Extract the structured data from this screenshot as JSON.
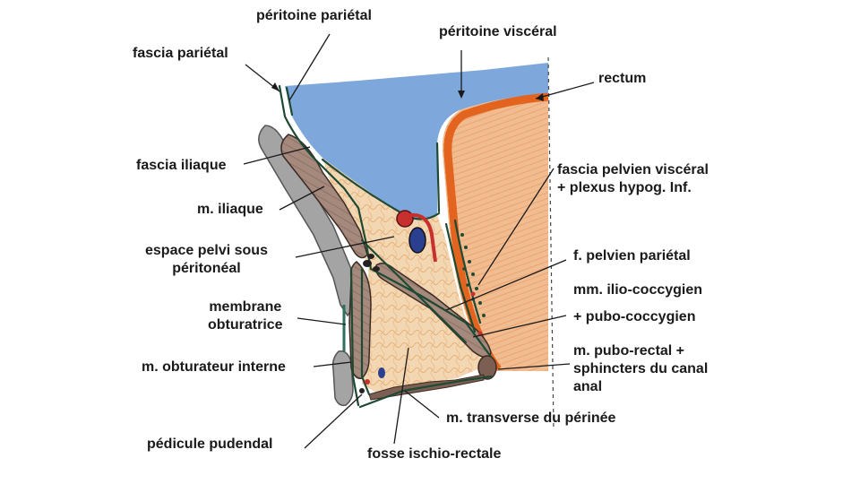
{
  "labels": {
    "peritoine_parietal": "péritoine pariétal",
    "peritoine_visceral": "péritoine viscéral",
    "fascia_parietal": "fascia pariétal",
    "rectum": "rectum",
    "fascia_iliaque": "fascia iliaque",
    "m_iliaque": "m. iliaque",
    "fascia_pelvien_visceral": [
      "fascia pelvien viscéral",
      "+ plexus hypog. Inf."
    ],
    "espace_pelvi": [
      "espace pelvi sous",
      "péritonéal"
    ],
    "f_pelvien_parietal": "f. pelvien pariétal",
    "mm_ilio_coccygien": "mm. ilio-coccygien",
    "pubo_coccygien": "+ pubo-coccygien",
    "membrane_obturatrice": [
      "membrane",
      "obturatrice"
    ],
    "m_obturateur_interne": "m. obturateur interne",
    "m_pubo_rectal": [
      "m. pubo-rectal +",
      "sphincters du canal",
      "anal"
    ],
    "m_transverse": "m. transverse du périnée",
    "pedicule_pudendal": "pédicule pudendal",
    "fosse_ischio_rectale": "fosse ischio-rectale"
  },
  "colors": {
    "peritoneal_cavity": "#7fa9dc",
    "rectum_wall": "#f0b489",
    "rectum_border": "#e2641f",
    "muscle": "#a0857a",
    "bone": "#a3a3a3",
    "fascia_line": "#1e4a33",
    "fat": "#f4d7b4",
    "vessel_red": "#c8302d",
    "vessel_blue": "#2a3f8e"
  }
}
